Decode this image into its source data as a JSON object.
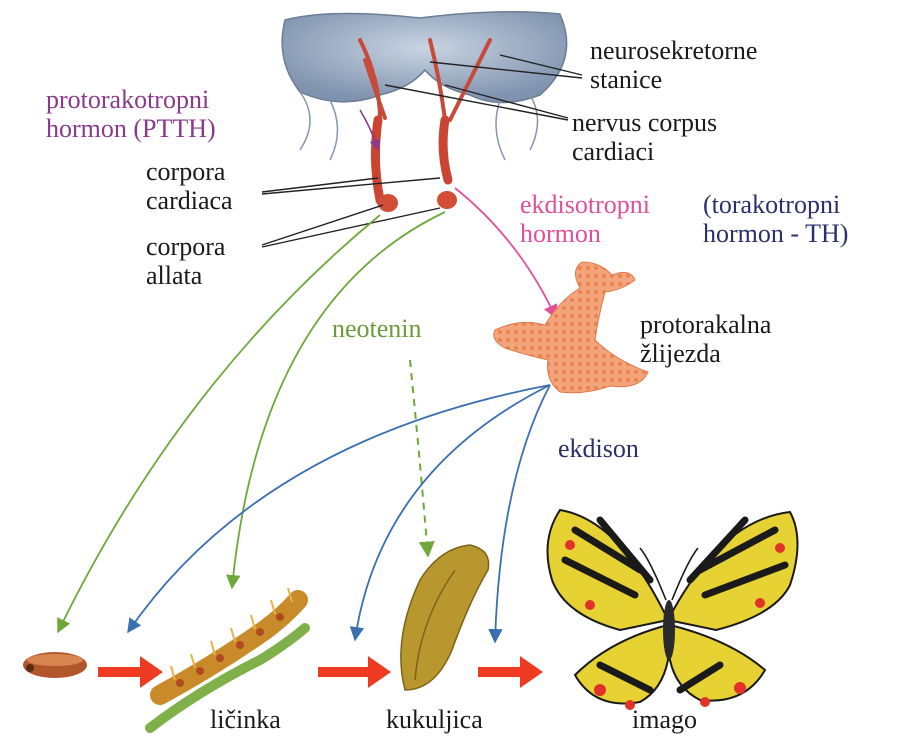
{
  "labels": {
    "neurosekretorne": [
      "neurosekretorne",
      "stanice"
    ],
    "nervus": [
      "nervus corpus",
      "cardiaci"
    ],
    "ptth": [
      "protorakotropni",
      "hormon (PTTH)"
    ],
    "corpora_cardiaca": [
      "corpora",
      "cardiaca"
    ],
    "corpora_allata": [
      "corpora",
      "allata"
    ],
    "ekdisotropni": [
      "ekdisotropni",
      "hormon"
    ],
    "torakotropni": [
      "(torakotropni",
      "hormon - TH)"
    ],
    "neotenin": "neotenin",
    "protorakalna": [
      "protorakalna",
      "žlijezda"
    ],
    "ekdison": "ekdison",
    "licinka": "ličinka",
    "kukuljica": "kukuljica",
    "imago": "imago"
  },
  "colors": {
    "ptth": "#8a3a8a",
    "ekdisotropni": "#e0509a",
    "torakotropni": "#2a2f6e",
    "neotenin": "#6e9a3a",
    "juvenile_arrow": "#6fa83a",
    "ekdison_arrow": "#3a6fb0",
    "stage_arrow": "#ee3b22",
    "brain": "#9fb0c6",
    "gland": "#f0a070"
  },
  "icons": [
    "brain-illustration",
    "prothoracic-gland-illustration",
    "egg-larva-icon",
    "caterpillar-icon",
    "pupa-icon",
    "butterfly-icon"
  ]
}
